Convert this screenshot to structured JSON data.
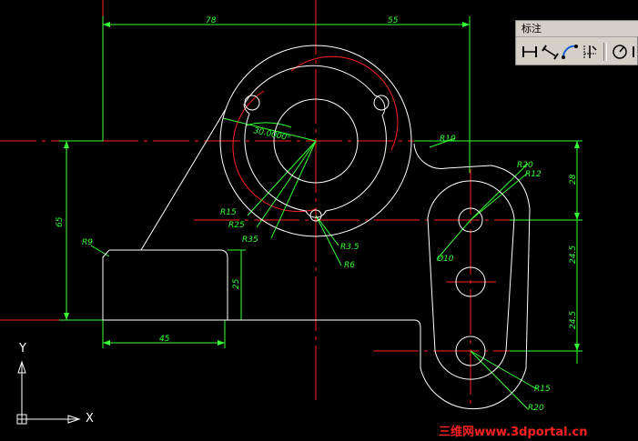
{
  "toolbar": {
    "title": "标注",
    "buttons": [
      "linear-dimension",
      "aligned-dimension",
      "arc-length",
      "ordinate",
      "radius"
    ]
  },
  "dimensions": {
    "top_left": "78",
    "top_right": "55",
    "left_height": "65",
    "bottom_width": "45",
    "block_height": "25",
    "right_top": "28",
    "right_mid": "24.5",
    "right_low": "24.5",
    "angle": "30.0000°",
    "r10": "R10",
    "r9": "R9",
    "r15_left": "R15",
    "r25": "R25",
    "r35": "R35",
    "r3_5": "R3.5",
    "r6": "R6",
    "r20_top": "R20",
    "r12": "R12",
    "dia10": "Ø10",
    "r15_right": "R15",
    "r20_bottom": "R20"
  },
  "ucs": {
    "x_label": "X",
    "y_label": "Y"
  },
  "watermark": "三维网www.3dportal.cn",
  "colors": {
    "background": "#000000",
    "object": "#ffffff",
    "dimension": "#33ff33",
    "center": "#ff2020"
  }
}
